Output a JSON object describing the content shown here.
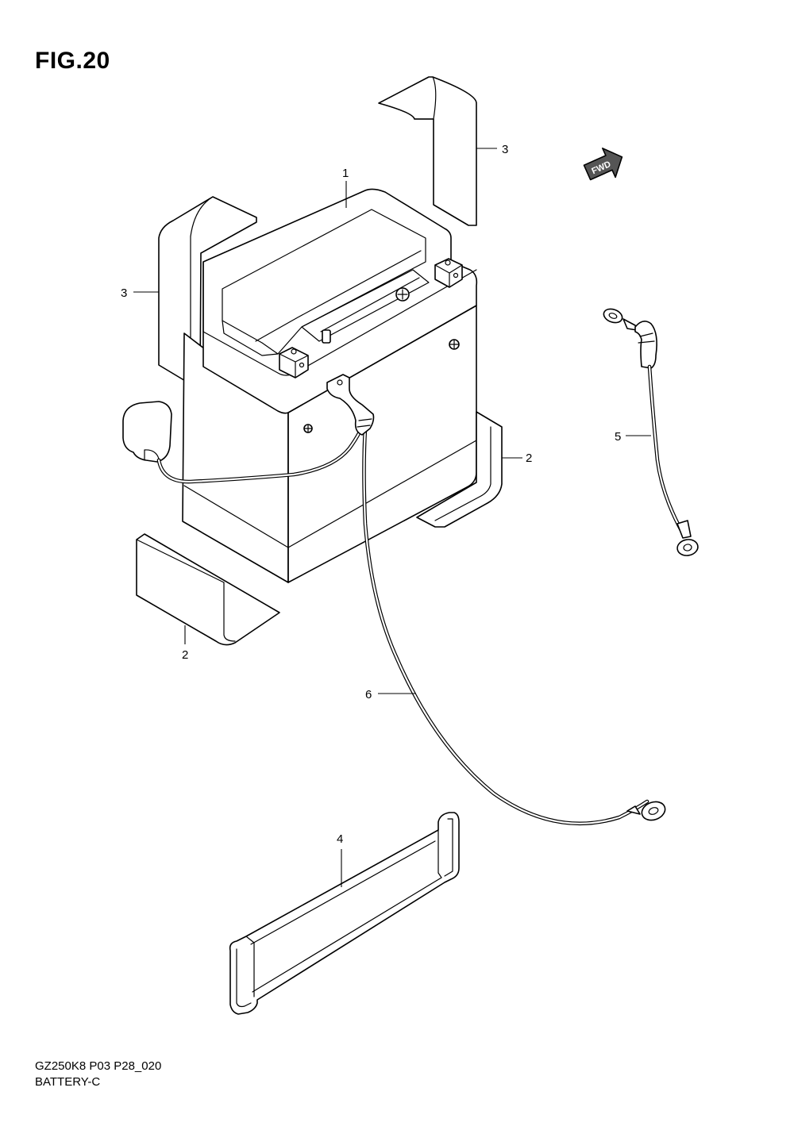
{
  "figure": {
    "title": "FIG.20"
  },
  "direction_badge": {
    "label": "FWD"
  },
  "parts": [
    {
      "ref": "1"
    },
    {
      "ref": "2"
    },
    {
      "ref": "2"
    },
    {
      "ref": "3"
    },
    {
      "ref": "3"
    },
    {
      "ref": "4"
    },
    {
      "ref": "5"
    },
    {
      "ref": "6"
    }
  ],
  "footer": {
    "code": "GZ250K8 P03 P28_020",
    "name": "BATTERY-C"
  }
}
